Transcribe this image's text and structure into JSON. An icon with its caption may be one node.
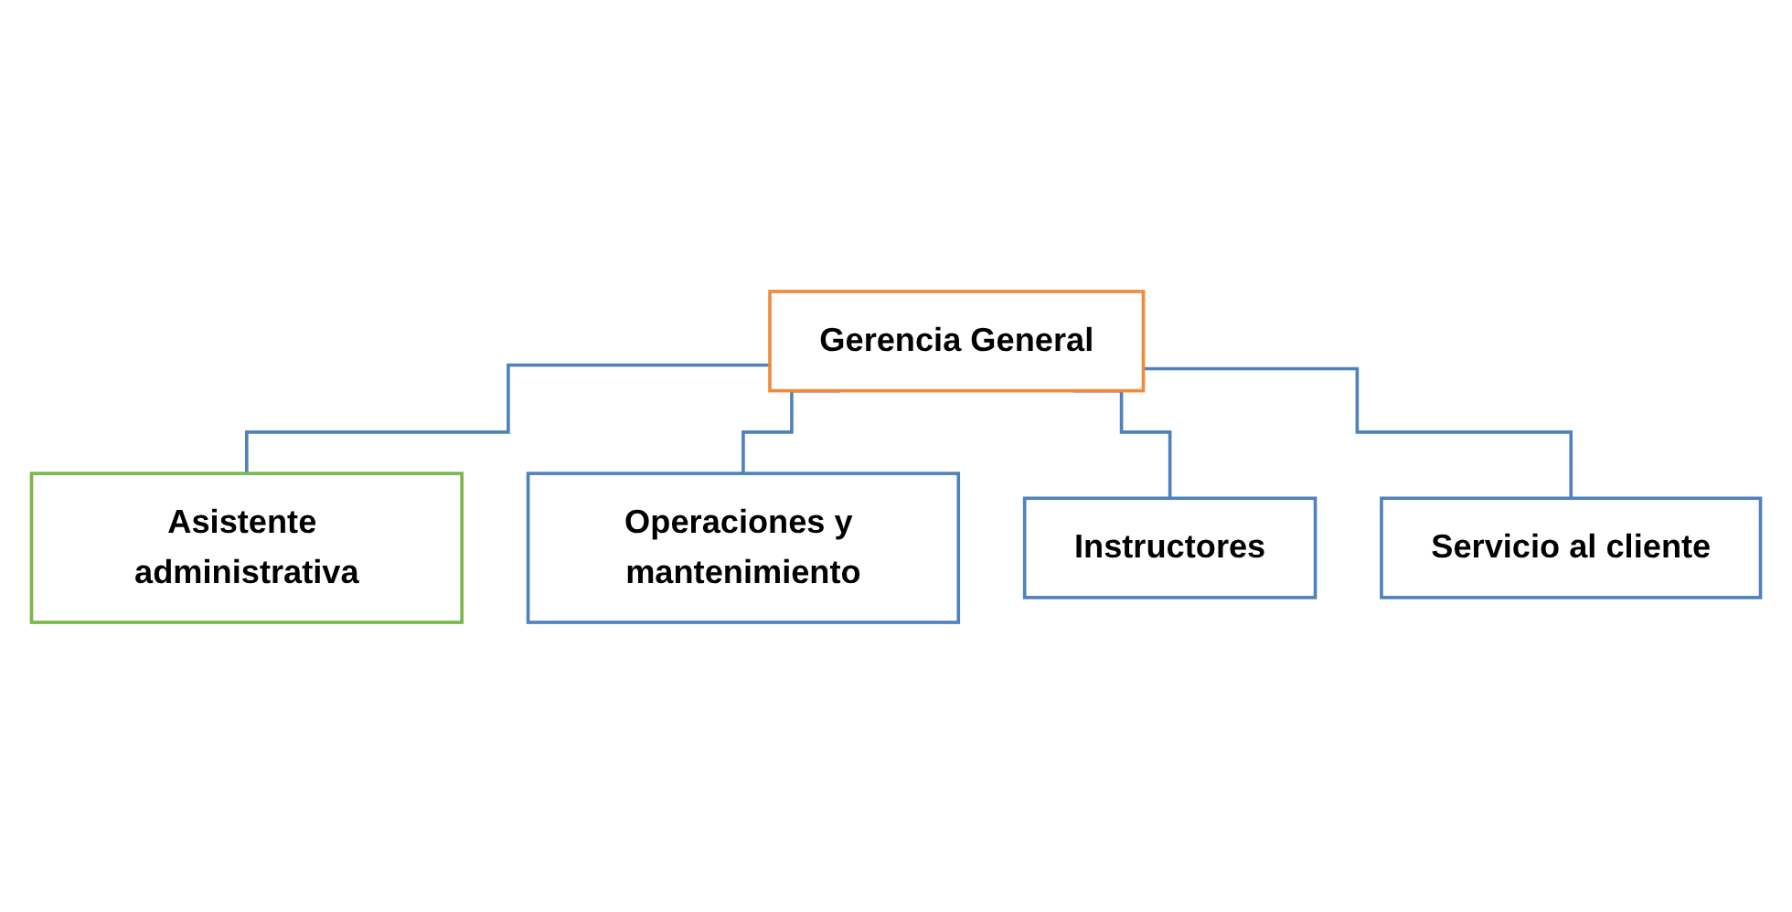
{
  "diagram": {
    "nodes": [
      {
        "text": [
          "Gerencia General"
        ]
      },
      {
        "text": [
          "Asistente administrativa"
        ]
      },
      {
        "text": [
          "Operaciones y mantenimiento"
        ]
      },
      {
        "text": [
          "Instructores"
        ]
      },
      {
        "text": [
          "Servicio al cliente"
        ]
      }
    ],
    "edges": [
      {
        "from": 0,
        "to": 1,
        "arrow": "none"
      },
      {
        "from": 0,
        "to": 2,
        "arrow": "none"
      },
      {
        "from": 0,
        "to": 3,
        "arrow": "none"
      },
      {
        "from": 0,
        "to": 4,
        "arrow": "none"
      }
    ]
  }
}
